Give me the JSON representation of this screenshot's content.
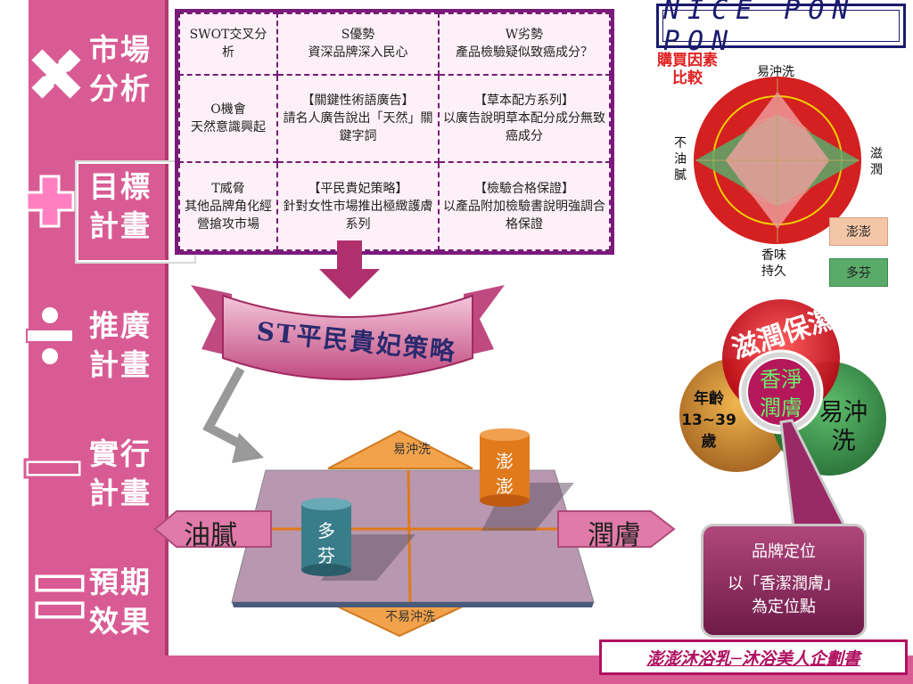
{
  "sidebar": {
    "items": [
      {
        "label": "市場\n分析",
        "symbol": "times"
      },
      {
        "label": "目標\n計畫",
        "symbol": "plus"
      },
      {
        "label": "推廣\n計畫",
        "symbol": "divide"
      },
      {
        "label": "實行\n計畫",
        "symbol": "minus"
      },
      {
        "label": "預期\n效果",
        "symbol": "equals"
      }
    ]
  },
  "swot": {
    "rows": [
      [
        "SWOT交叉分析",
        "S優勢\n資深品牌深入民心",
        "W劣勢\n產品檢驗疑似致癌成分？"
      ],
      [
        "O機會\n天然意識興起",
        "【關鍵性術語廣告】\n請名人廣告說出「天然」關鍵字詞",
        "【草本配方系列】\n以廣告說明草本配分成分無致癌成分"
      ],
      [
        "T威脅\n其他品牌角化經營搶攻市場",
        "【平民貴妃策略】\n針對女性市場推出極緻護膚系列",
        "【檢驗合格保證】\n以產品附加檢驗書說明強調合格保證"
      ]
    ]
  },
  "strategy_banner": "ST平民貴妃策略",
  "brand": "NICE PON PON",
  "radar": {
    "title": "購買因素\n比較",
    "axes": [
      "易沖洗",
      "滋潤",
      "香味持久",
      "不油膩"
    ],
    "series": [
      {
        "name": "澎澎",
        "values": [
          0.82,
          0.62,
          0.82,
          0.62
        ],
        "color": "#f0a0a0"
      },
      {
        "name": "多芬",
        "values": [
          0.55,
          0.98,
          0.55,
          0.98
        ],
        "color": "#5aaa6a"
      }
    ],
    "legend": [
      "澎澎",
      "多芬"
    ]
  },
  "venn": {
    "top": "滋潤保濕",
    "left": "年齡\n13~39\n歲",
    "right": "易沖\n洗",
    "center": "香淨\n潤膚"
  },
  "callout": {
    "title": "品牌定位",
    "body": "以「香潔潤膚」\n為定位點"
  },
  "positioning_map": {
    "top": "易沖洗",
    "bottom": "不易沖洗",
    "left": "油膩",
    "right": "潤膚",
    "products": [
      {
        "name": "澎\n澎",
        "color": "#e07a1a"
      },
      {
        "name": "多\n芬",
        "color": "#3a7d8a"
      }
    ]
  },
  "footer_title": "澎澎沐浴乳─沐浴美人企劃書"
}
